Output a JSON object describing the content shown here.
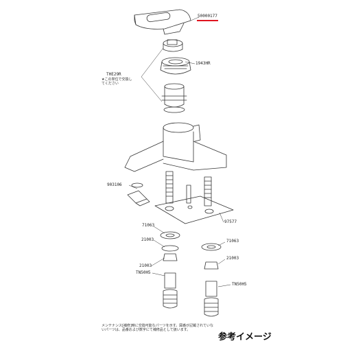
{
  "labels": {
    "handle_part_no": "50000177",
    "cartridge_part_no": "THE29R",
    "cartridge_note": "★この単位で交換してください",
    "nut_part_no": "1943HR",
    "aerator_part_no": "903106",
    "gasket_left": "71063",
    "base_plate": "97577",
    "washer_left": "21003",
    "gasket_right": "71063",
    "nut_left": "21003",
    "nut_right": "21003",
    "hose_left": "TN50H5",
    "hose_right": "TN50H5"
  },
  "footer_note": "メンテナンス[補修]時に交換可能なパーツを示す。図番が記載されていないパーツは、品番および数字にて補修品として扱います。",
  "reference_image": "参考イメージ",
  "colors": {
    "highlight": "#e0141e",
    "line": "#333333"
  }
}
